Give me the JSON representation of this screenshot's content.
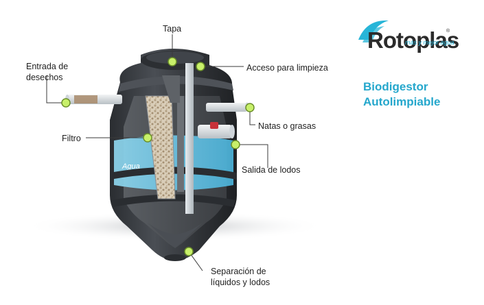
{
  "brand": {
    "name": "Rotoplas",
    "tagline": "más y mejor agua",
    "registered": "®",
    "accent": "#27b5d8"
  },
  "title": {
    "line1": "Biodigestor",
    "line2": "Autolimpiable",
    "color": "#25a7cc"
  },
  "labels": {
    "tapa": "Tapa",
    "acceso": "Acceso para limpieza",
    "entrada_1": "Entrada de",
    "entrada_2": "desechos",
    "natas": "Natas o grasas",
    "filtro": "Filtro",
    "salida": "Salida de lodos",
    "agua": "Agua",
    "separacion_1": "Separación de",
    "separacion_2": "líquidos y lodos"
  },
  "colors": {
    "tank": "#3a3d42",
    "water": "#5fc3e6",
    "marker": "#c8f06a"
  }
}
